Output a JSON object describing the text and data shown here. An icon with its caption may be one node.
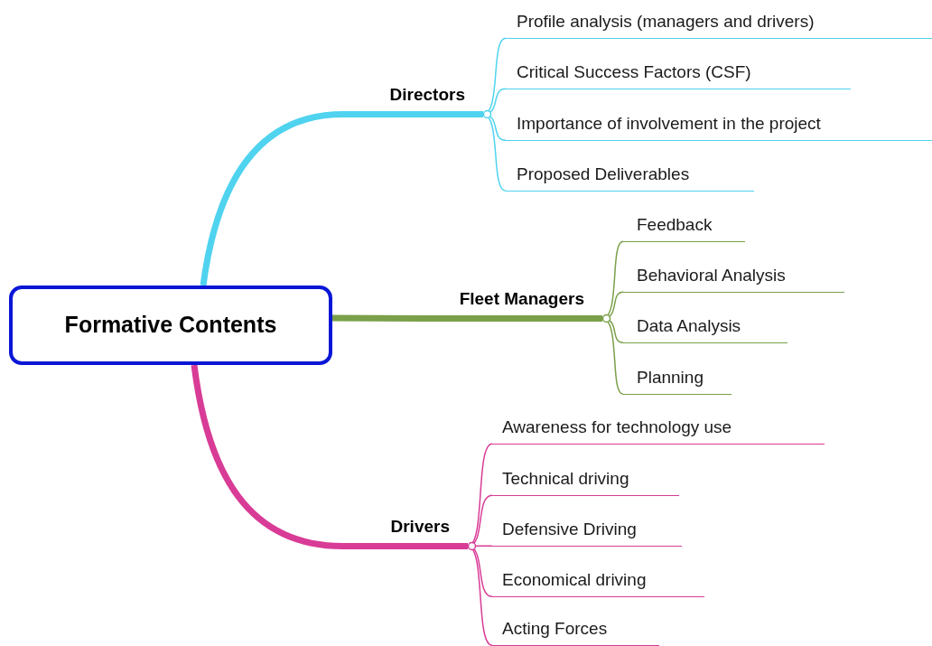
{
  "diagram": {
    "nodes": [
      {
        "text": [
          "Formative Contents"
        ]
      },
      {
        "text": [
          "Directors"
        ]
      },
      {
        "text": [
          "Profile analysis (managers and drivers)"
        ]
      },
      {
        "text": [
          "Critical Success Factors (CSF)"
        ]
      },
      {
        "text": [
          "Importance of involvement in the project"
        ]
      },
      {
        "text": [
          "Proposed Deliverables"
        ]
      },
      {
        "text": [
          "Fleet Managers"
        ]
      },
      {
        "text": [
          "Feedback"
        ]
      },
      {
        "text": [
          "Behavioral Analysis"
        ]
      },
      {
        "text": [
          "Data Analysis"
        ]
      },
      {
        "text": [
          "Planning"
        ]
      },
      {
        "text": [
          "Drivers"
        ]
      },
      {
        "text": [
          "Awareness for technology use"
        ]
      },
      {
        "text": [
          "Technical driving"
        ]
      },
      {
        "text": [
          "Defensive Driving"
        ]
      },
      {
        "text": [
          "Economical driving"
        ]
      },
      {
        "text": [
          "Acting Forces"
        ]
      }
    ],
    "edges": [
      {
        "from": 0,
        "to": 1,
        "arrow": "none",
        "style": "thick",
        "color": "#4fd3ef"
      },
      {
        "from": 1,
        "to": 2,
        "arrow": "none",
        "color": "#4fd3ef"
      },
      {
        "from": 1,
        "to": 3,
        "arrow": "none",
        "color": "#4fd3ef"
      },
      {
        "from": 1,
        "to": 4,
        "arrow": "none",
        "color": "#4fd3ef"
      },
      {
        "from": 1,
        "to": 5,
        "arrow": "none",
        "color": "#4fd3ef"
      },
      {
        "from": 0,
        "to": 6,
        "arrow": "none",
        "style": "thick",
        "color": "#7aa04a"
      },
      {
        "from": 6,
        "to": 7,
        "arrow": "none",
        "color": "#7aa04a"
      },
      {
        "from": 6,
        "to": 8,
        "arrow": "none",
        "color": "#7aa04a"
      },
      {
        "from": 6,
        "to": 9,
        "arrow": "none",
        "color": "#7aa04a"
      },
      {
        "from": 6,
        "to": 10,
        "arrow": "none",
        "color": "#7aa04a"
      },
      {
        "from": 0,
        "to": 11,
        "arrow": "none",
        "style": "thick",
        "color": "#d83c96"
      },
      {
        "from": 11,
        "to": 12,
        "arrow": "none",
        "color": "#d83c96"
      },
      {
        "from": 11,
        "to": 13,
        "arrow": "none",
        "color": "#d83c96"
      },
      {
        "from": 11,
        "to": 14,
        "arrow": "none",
        "color": "#d83c96"
      },
      {
        "from": 11,
        "to": 15,
        "arrow": "none",
        "color": "#d83c96"
      },
      {
        "from": 11,
        "to": 16,
        "arrow": "none",
        "color": "#d83c96"
      }
    ]
  }
}
